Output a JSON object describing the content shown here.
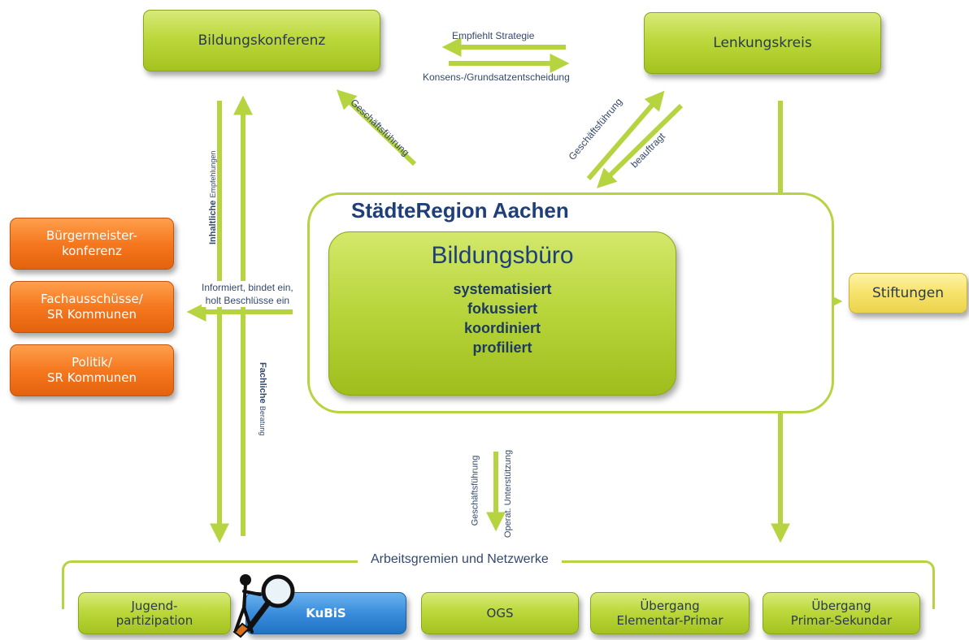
{
  "top": {
    "bildungskonferenz": "Bildungskonferenz",
    "lenkungskreis": "Lenkungskreis",
    "empfiehlt": "Empfiehlt Strategie",
    "konsens": "Konsens-/Grundsatzentscheidung"
  },
  "arrows": {
    "gf_left": "Geschäftsführung",
    "gf_right": "Geschäftsführung",
    "beauftragt": "beauftragt",
    "inhaltliche_bold": "Inhaltliche",
    "inhaltliche_rest": "Empfehlungen",
    "fachliche_bold": "Fachliche",
    "fachliche_rest": "Beratung",
    "informiert_line1": "Informiert, bindet ein,",
    "informiert_line2": "holt Beschlüsse ein",
    "gf_down": "Geschäftsführung",
    "operat": "Operat. Unterstützung"
  },
  "center": {
    "region": "StädteRegion Aachen",
    "buero": "Bildungsbüro",
    "lines": [
      "systematisiert",
      "fokussiert",
      "koordiniert",
      "profiliert"
    ]
  },
  "left_boxes": [
    {
      "line1": "Bürgermeister-",
      "line2": "konferenz"
    },
    {
      "line1": "Fachausschüsse/",
      "line2": "SR Kommunen"
    },
    {
      "line1": "Politik/",
      "line2": "SR Kommunen"
    }
  ],
  "stiftungen": "Stiftungen",
  "network": {
    "title": "Arbeitsgremien und Netzwerke",
    "boxes": [
      {
        "line1": "Jugend-",
        "line2": "partizipation"
      },
      {
        "line1": "KuBiS",
        "line2": ""
      },
      {
        "line1": "OGS",
        "line2": ""
      },
      {
        "line1": "Übergang",
        "line2": "Elementar-Primar"
      },
      {
        "line1": "Übergang",
        "line2": "Primar-Sekundar"
      }
    ]
  },
  "colors": {
    "green": "#b7d43a",
    "orange": "#f5781f",
    "yellow": "#f6e26a",
    "blue": "#3a8ddc",
    "text_navy": "#1f3f7a"
  }
}
